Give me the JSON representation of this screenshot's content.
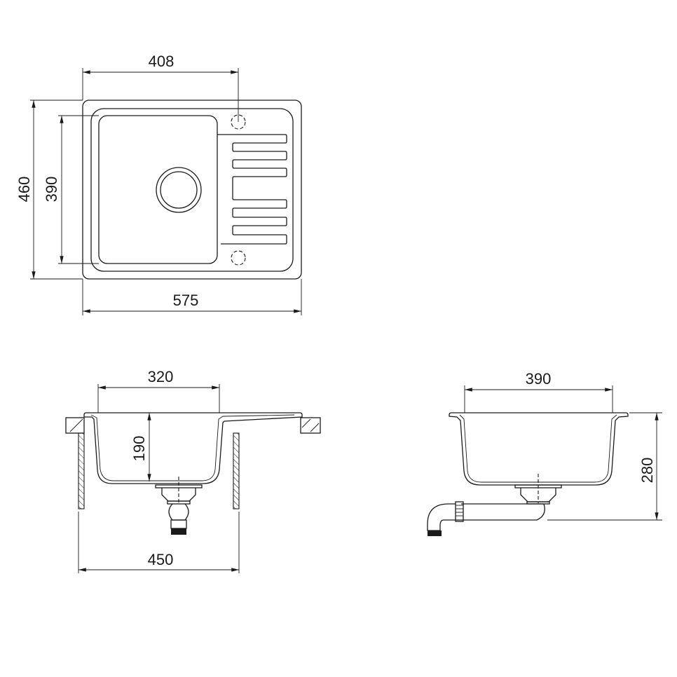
{
  "drawing": {
    "title": "Kitchen sink technical drawing",
    "line_color": "#1a1a1a",
    "background": "#ffffff"
  },
  "top_view": {
    "dimensions": {
      "overall_width": "575",
      "overall_depth": "460",
      "bowl_depth": "390",
      "tap_hole_offset": "408"
    }
  },
  "front_section": {
    "dimensions": {
      "bowl_width": "320",
      "bowl_height": "190",
      "cabinet_width": "450"
    }
  },
  "side_section": {
    "dimensions": {
      "bowl_width": "390",
      "overall_height": "280"
    }
  }
}
